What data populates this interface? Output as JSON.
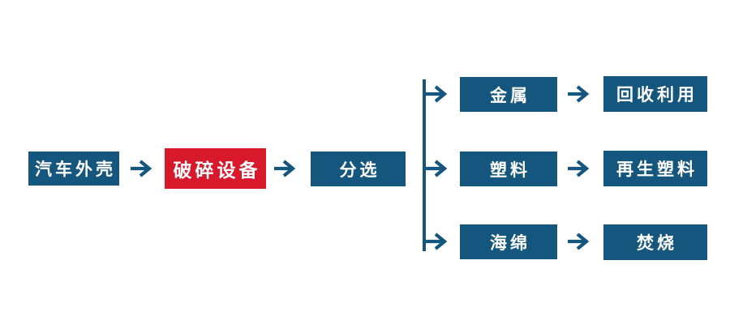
{
  "colors": {
    "node_blue": "#15567e",
    "node_red": "#d8182b",
    "connector": "#15567e",
    "text": "#ffffff",
    "background": "#ffffff"
  },
  "flow": {
    "main_nodes": [
      {
        "label": "汽车外壳",
        "variant": "blue"
      },
      {
        "label": "破碎设备",
        "variant": "red"
      },
      {
        "label": "分选",
        "variant": "blue"
      }
    ],
    "branches": [
      {
        "output": "金属",
        "disposal": "回收利用"
      },
      {
        "output": "塑料",
        "disposal": "再生塑料"
      },
      {
        "output": "海绵",
        "disposal": "焚烧"
      }
    ]
  }
}
